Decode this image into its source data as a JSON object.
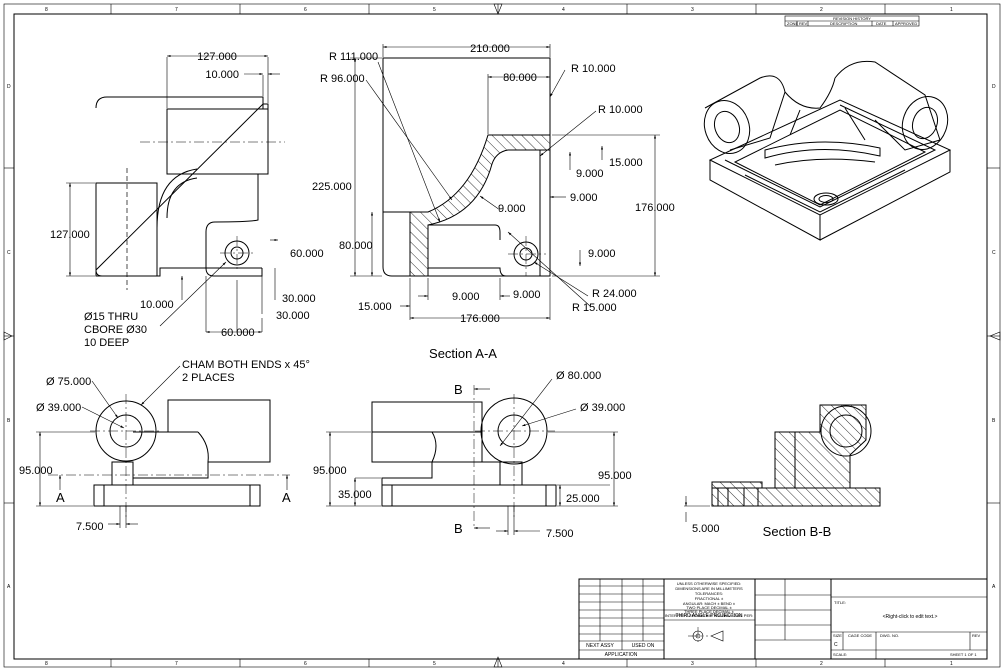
{
  "zones": {
    "top": [
      "8",
      "7",
      "6",
      "5",
      "4",
      "3",
      "2",
      "1"
    ],
    "side": [
      "D",
      "C",
      "B",
      "A"
    ]
  },
  "revision_table": {
    "title": "REVISION HISTORY",
    "headers": [
      "ZONE",
      "REV",
      "DESCRIPTION",
      "DATE",
      "APPROVED"
    ]
  },
  "views": {
    "front": {
      "dims": [
        "127.000",
        "10.000",
        "127.000",
        "60.000",
        "10.000",
        "30.000",
        "60.000",
        "30.000"
      ],
      "hole_note": [
        "Ø15 THRU",
        "CBORE Ø30",
        "10 DEEP"
      ]
    },
    "section_aa": {
      "title": "Section A-A",
      "dims": [
        "R 111.000",
        "R 96.000",
        "210.000",
        "80.000",
        "R 10.000",
        "R 10.000",
        "15.000",
        "9.000",
        "225.000",
        "9.000",
        "9.000",
        "176.000",
        "80.000",
        "9.000",
        "15.000",
        "9.000",
        "9.000",
        "R 24.000",
        "R 15.000",
        "176.000"
      ]
    },
    "bottom_left": {
      "note": [
        "CHAM BOTH ENDS x 45°",
        "2 PLACES"
      ],
      "dims": [
        "Ø 75.000",
        "Ø 39.000",
        "95.000",
        "7.500"
      ],
      "cut_labels": [
        "A",
        "A"
      ]
    },
    "bottom_middle": {
      "dims": [
        "Ø 80.000",
        "Ø 39.000",
        "95.000",
        "35.000",
        "95.000",
        "25.000",
        "7.500"
      ],
      "cut_labels": [
        "B",
        "B"
      ]
    },
    "section_bb": {
      "title": "Section B-B",
      "dims": [
        "5.000"
      ]
    }
  },
  "title_block": {
    "notes": [
      "UNLESS OTHERWISE SPECIFIED:",
      "DIMENSIONS ARE IN MILLIMETERS",
      "TOLERANCES:",
      "FRACTIONAL ±",
      "ANGULAR: MACH ± BEND ±",
      "TWO PLACE DECIMAL ±",
      "THREE PLACE DECIMAL ±",
      "INTERPRET GEOMETRIC TOLERANCING PER:"
    ],
    "projection": "THIRD ANGLE PROJECTION",
    "next_assy": "NEXT ASSY",
    "used_on": "USED ON",
    "application": "APPLICATION",
    "title_label": "TITLE:",
    "edit_hint": "<Right-click to edit text.>",
    "size_label": "SIZE",
    "size_value": "C",
    "cage_label": "CAGE CODE",
    "dwg_label": "DWG. NO.",
    "rev_label": "REV",
    "scale_label": "SCALE:",
    "sheet": "SHEET 1 OF 1"
  }
}
